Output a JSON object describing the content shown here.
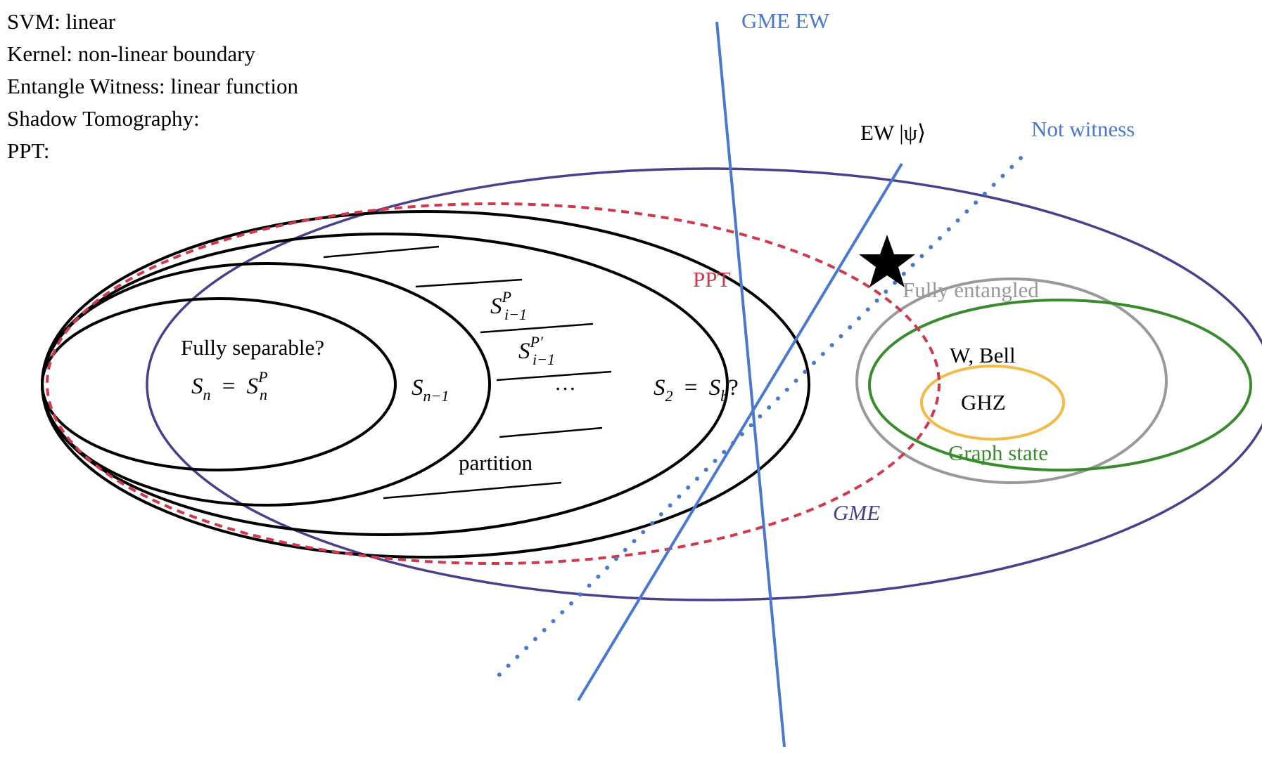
{
  "notes": [
    "SVM: linear",
    "Kernel: non-linear boundary",
    "Entangle Witness: linear function",
    "Shadow Tomography:",
    "PPT:"
  ],
  "labels": {
    "gme_ew": "GME EW",
    "ew_psi": "EW |ψ⟩",
    "not_witness": "Not witness",
    "ppt": "PPT",
    "gme": "GME",
    "fully_entangled": "Fully entangled",
    "w_bell": "W, Bell",
    "ghz": "GHZ",
    "graph_state": "Graph state",
    "fully_separable": "Fully separable?",
    "partition": "partition",
    "dots": "…"
  },
  "math": {
    "sn": {
      "s": "S",
      "sub": "n"
    },
    "snp": {
      "s": "S",
      "sup": "P",
      "sub": "n"
    },
    "sn1": {
      "s": "S",
      "sub": "n−1"
    },
    "si1p": {
      "s": "S",
      "sup": "P",
      "sub": "i−1"
    },
    "si1pp": {
      "s": "S",
      "sup": "P′",
      "sub": "i−1"
    },
    "s2": {
      "s": "S",
      "sub": "2"
    },
    "sb": {
      "s": "S",
      "sub": "b"
    },
    "equals": "=",
    "question": "?"
  },
  "colors": {
    "witness_blue": "#4a78cf",
    "gme_purple": "#4b3f8c",
    "ppt_red": "#d0384b",
    "fully_entangled_gray": "#999999",
    "graph_green": "#3a8a2e",
    "ghz_orange": "#f2bb47",
    "black": "#000000"
  },
  "icons": [
    "star-icon"
  ]
}
